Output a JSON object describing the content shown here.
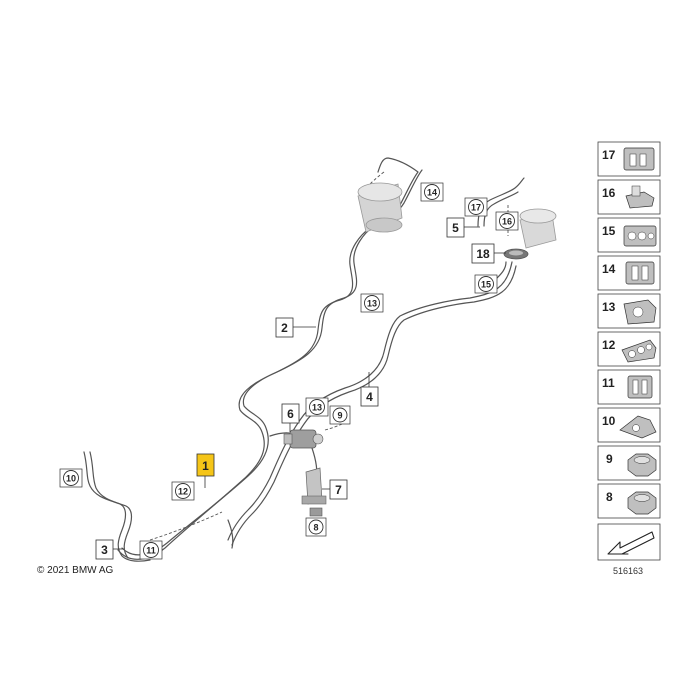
{
  "copyright": "© 2021 BMW AG",
  "diagram_id": "516163",
  "callouts": {
    "c1": "1",
    "c2": "2",
    "c3": "3",
    "c4": "4",
    "c5": "5",
    "c6": "6",
    "c7": "7",
    "c8": "8",
    "c9": "9",
    "c10": "10",
    "c11": "11",
    "c12": "12",
    "c13a": "13",
    "c13b": "13",
    "c14": "14",
    "c15": "15",
    "c16": "16",
    "c17": "17",
    "c18": "18"
  },
  "side_panel": [
    "17",
    "16",
    "15",
    "14",
    "13",
    "12",
    "11",
    "10",
    "9",
    "8"
  ],
  "colors": {
    "highlight": "#f5c518",
    "line": "#555555",
    "panel_border": "#444444",
    "part_fill": "#bfbfbf"
  }
}
